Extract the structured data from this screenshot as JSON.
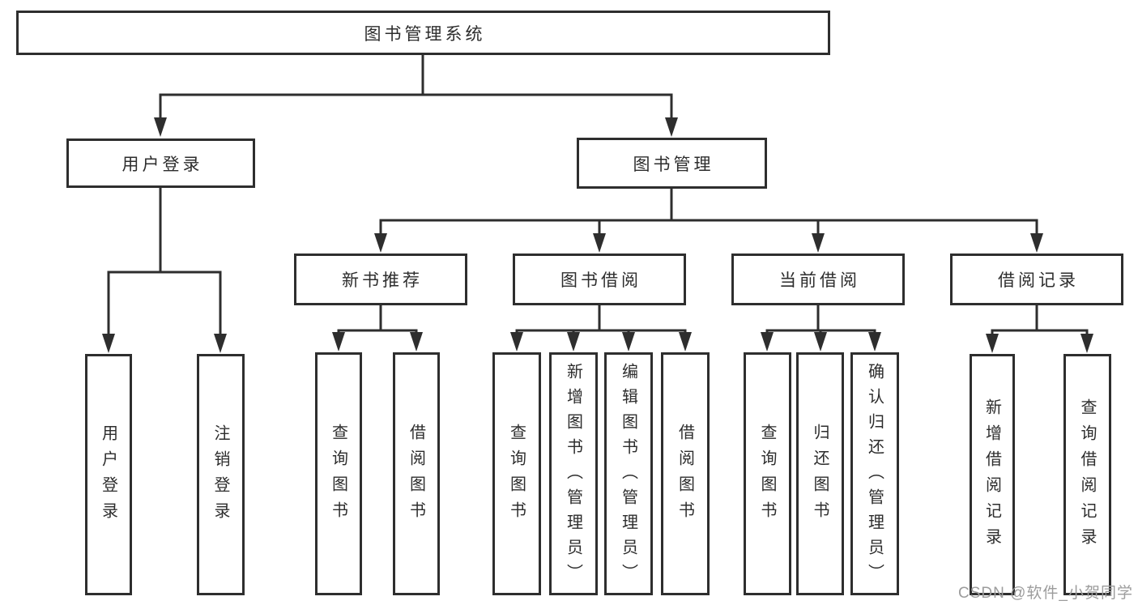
{
  "diagram": {
    "root": {
      "label": "图书管理系统"
    },
    "branches": [
      {
        "label": "用户登录",
        "leaves": [
          {
            "label": "用户登录"
          },
          {
            "label": "注销登录"
          }
        ]
      },
      {
        "label": "图书管理",
        "groups": [
          {
            "label": "新书推荐",
            "leaves": [
              {
                "label": "查询图书"
              },
              {
                "label": "借阅图书"
              }
            ]
          },
          {
            "label": "图书借阅",
            "leaves": [
              {
                "label": "查询图书"
              },
              {
                "label": "新增图书（管理员）"
              },
              {
                "label": "编辑图书（管理员）"
              },
              {
                "label": "借阅图书"
              }
            ]
          },
          {
            "label": "当前借阅",
            "leaves": [
              {
                "label": "查询图书"
              },
              {
                "label": "归还图书"
              },
              {
                "label": "确认归还（管理员）"
              }
            ]
          },
          {
            "label": "借阅记录",
            "leaves": [
              {
                "label": "新增借阅记录"
              },
              {
                "label": "查询借阅记录"
              }
            ]
          }
        ]
      }
    ]
  },
  "watermark": {
    "text": "CSDN @软件_小贺同学"
  },
  "colors": {
    "line": "#2e2e2e",
    "box_border": "#2e2e2e",
    "text": "#2d2d2d",
    "watermark": "#9c9c9c",
    "background": "#ffffff"
  }
}
